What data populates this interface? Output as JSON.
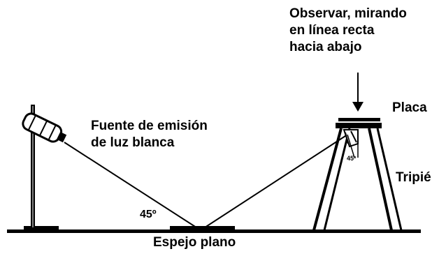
{
  "labels": {
    "observer": [
      "Observar, mirando",
      "en línea recta",
      "hacia abajo"
    ],
    "plate": "Placa",
    "source": [
      "Fuente de emisión",
      "de luz blanca"
    ],
    "tripod": "Tripié",
    "angle": "45º",
    "mirror": "Espejo plano"
  },
  "colors": {
    "ink": "#000000",
    "background": "#ffffff"
  }
}
